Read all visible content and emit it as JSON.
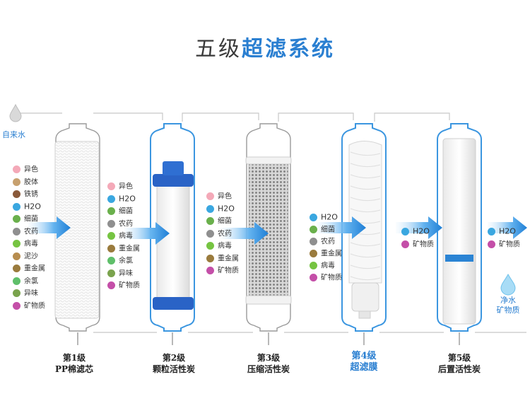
{
  "title": {
    "plain": "五级",
    "highlight": "超滤系统"
  },
  "source_label": "自来水",
  "output_label": [
    "净水",
    "矿物质"
  ],
  "icon_names": {
    "drop": "water-drop-icon"
  },
  "stage1": {
    "items": [
      "异色",
      "胶体",
      "铁锈",
      "H2O",
      "细菌",
      "农药",
      "病毒",
      "泥沙",
      "重金属",
      "余氯",
      "异味",
      "矿物质"
    ],
    "line1": "第1级",
    "line2": "PP棉滤芯"
  },
  "stage2": {
    "items": [
      "异色",
      "H2O",
      "细菌",
      "农药",
      "病毒",
      "重金属",
      "余氯",
      "异味",
      "矿物质"
    ],
    "line1": "第2级",
    "line2": "颗粒活性炭"
  },
  "stage3": {
    "items": [
      "异色",
      "H2O",
      "细菌",
      "农药",
      "病毒",
      "重金属",
      "矿物质"
    ],
    "line1": "第3级",
    "line2": "压缩活性炭"
  },
  "stage4": {
    "items": [
      "H2O",
      "细菌",
      "农药",
      "重金属",
      "病毒",
      "矿物质"
    ],
    "line1": "第4级",
    "line2": "超滤膜"
  },
  "stage5": {
    "items": [
      "H2O",
      "矿物质"
    ],
    "line1": "第5级",
    "line2": "后置活性炭"
  },
  "stage6": {
    "items": [
      "H2O",
      "矿物质"
    ]
  },
  "colors": {
    "accent": "#2a7fd1",
    "frame": "#9a9a9a",
    "frame_active": "#3b96e0",
    "arrow": "#2f8fe3"
  }
}
